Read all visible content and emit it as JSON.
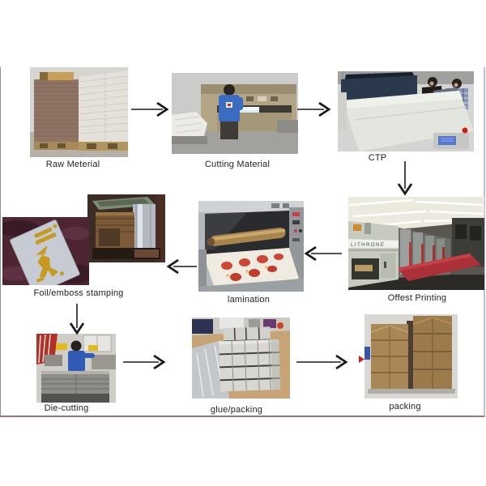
{
  "flow": {
    "steps": [
      {
        "id": "raw-material",
        "label": "Raw Meterial"
      },
      {
        "id": "cutting-material",
        "label": "Cutting Material"
      },
      {
        "id": "ctp",
        "label": "CTP"
      },
      {
        "id": "offset-printing",
        "label": "Offest Printing",
        "machine_text": "LITHRONE"
      },
      {
        "id": "lamination",
        "label": "lamination"
      },
      {
        "id": "foil-emboss-stamping",
        "label": "Foil/emboss stamping"
      },
      {
        "id": "die-cutting",
        "label": "Die-cutting"
      },
      {
        "id": "glue-packing",
        "label": "glue/packing"
      },
      {
        "id": "packing",
        "label": "packing"
      }
    ],
    "connections": [
      {
        "from": "raw-material",
        "to": "cutting-material",
        "direction": "right"
      },
      {
        "from": "cutting-material",
        "to": "ctp",
        "direction": "right"
      },
      {
        "from": "ctp",
        "to": "offset-printing",
        "direction": "down"
      },
      {
        "from": "offset-printing",
        "to": "lamination",
        "direction": "left"
      },
      {
        "from": "lamination",
        "to": "foil-emboss-stamping",
        "direction": "left"
      },
      {
        "from": "foil-emboss-stamping",
        "to": "die-cutting",
        "direction": "down"
      },
      {
        "from": "die-cutting",
        "to": "glue-packing",
        "direction": "right"
      },
      {
        "from": "glue-packing",
        "to": "packing",
        "direction": "right"
      }
    ]
  },
  "colors": {
    "background": "#ffffff",
    "arrow": "#1c1c1c",
    "label_text": "#222222",
    "frame_left": "#8f8f8f",
    "frame_right": "#b7c3d3",
    "frame_bottom": "#a87272",
    "red_marker": "#cc2222"
  }
}
